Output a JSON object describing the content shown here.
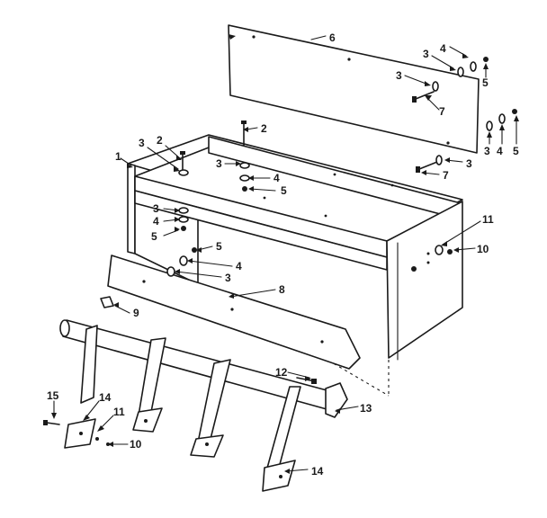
{
  "callouts": [
    {
      "id": "c6",
      "label": "6"
    },
    {
      "id": "c4a",
      "label": "4"
    },
    {
      "id": "c3a",
      "label": "3"
    },
    {
      "id": "c3b",
      "label": "3"
    },
    {
      "id": "c5a",
      "label": "5"
    },
    {
      "id": "c7a",
      "label": "7"
    },
    {
      "id": "c2a",
      "label": "2"
    },
    {
      "id": "c3c",
      "label": "3"
    },
    {
      "id": "c2b",
      "label": "2"
    },
    {
      "id": "c1",
      "label": "1"
    },
    {
      "id": "c3d",
      "label": "3"
    },
    {
      "id": "c4b",
      "label": "4"
    },
    {
      "id": "c5b",
      "label": "5"
    },
    {
      "id": "c3e",
      "label": "3"
    },
    {
      "id": "c4c",
      "label": "4"
    },
    {
      "id": "c5c",
      "label": "5"
    },
    {
      "id": "c3f",
      "label": "3"
    },
    {
      "id": "c4d",
      "label": "4"
    },
    {
      "id": "c5d",
      "label": "5"
    },
    {
      "id": "c3g",
      "label": "3"
    },
    {
      "id": "c7b",
      "label": "7"
    },
    {
      "id": "c11a",
      "label": "11"
    },
    {
      "id": "c10a",
      "label": "10"
    },
    {
      "id": "c5e",
      "label": "5"
    },
    {
      "id": "c4e",
      "label": "4"
    },
    {
      "id": "c3h",
      "label": "3"
    },
    {
      "id": "c8",
      "label": "8"
    },
    {
      "id": "c9",
      "label": "9"
    },
    {
      "id": "c12",
      "label": "12"
    },
    {
      "id": "c13",
      "label": "13"
    },
    {
      "id": "c15",
      "label": "15"
    },
    {
      "id": "c14a",
      "label": "14"
    },
    {
      "id": "c11b",
      "label": "11"
    },
    {
      "id": "c10b",
      "label": "10"
    },
    {
      "id": "c14b",
      "label": "14"
    }
  ]
}
